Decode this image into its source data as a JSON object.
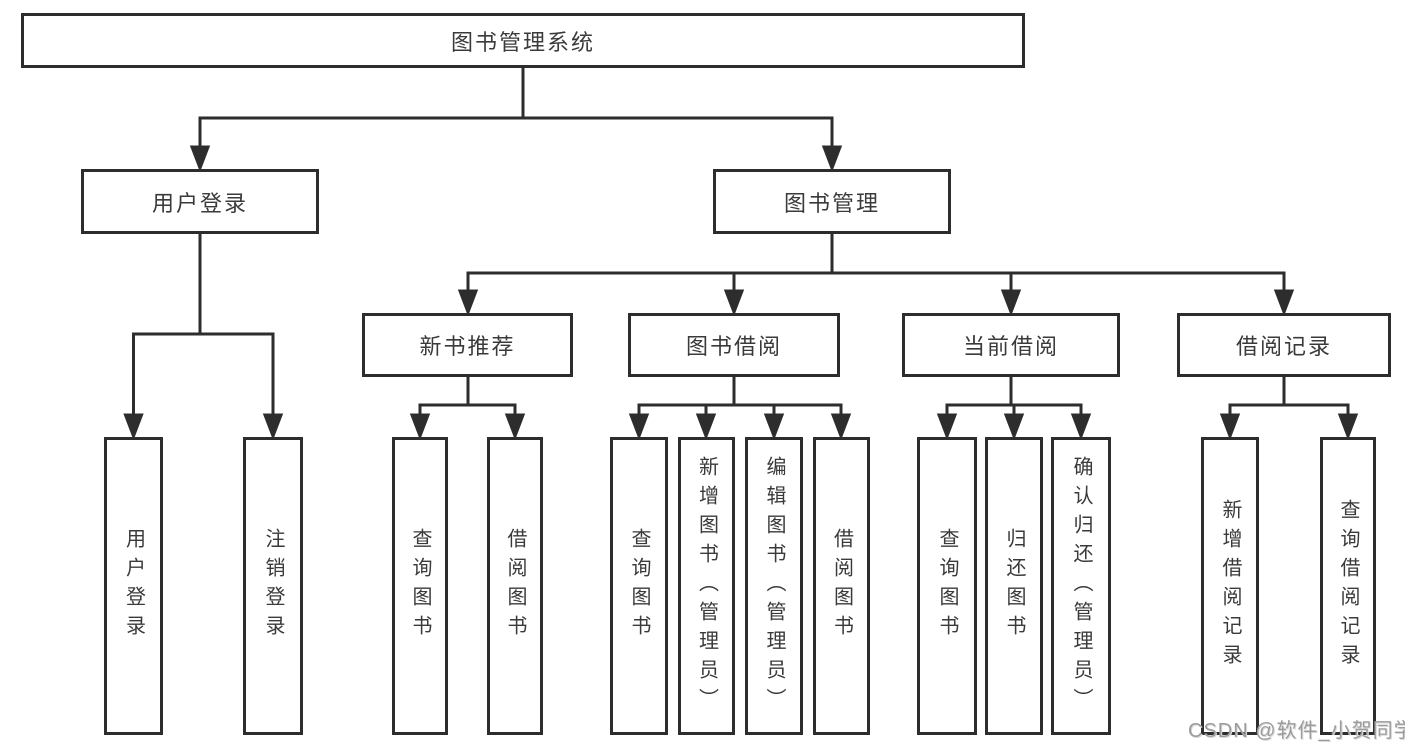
{
  "diagram_title": "图书管理系统",
  "tree": {
    "root": {
      "label": "图书管理系统",
      "children": [
        {
          "label": "用户登录",
          "children": [
            {
              "label": "用户登录"
            },
            {
              "label": "注销登录"
            }
          ]
        },
        {
          "label": "图书管理",
          "children": [
            {
              "label": "新书推荐",
              "children": [
                {
                  "label": "查询图书"
                },
                {
                  "label": "借阅图书"
                }
              ]
            },
            {
              "label": "图书借阅",
              "children": [
                {
                  "label": "查询图书"
                },
                {
                  "label": "新增图书（管理员）"
                },
                {
                  "label": "编辑图书（管理员）"
                },
                {
                  "label": "借阅图书"
                }
              ]
            },
            {
              "label": "当前借阅",
              "children": [
                {
                  "label": "查询图书"
                },
                {
                  "label": "归还图书"
                },
                {
                  "label": "确认归还（管理员）"
                }
              ]
            },
            {
              "label": "借阅记录",
              "children": [
                {
                  "label": "新增借阅记录"
                },
                {
                  "label": "查询借阅记录"
                }
              ]
            }
          ]
        }
      ]
    }
  },
  "watermark": "CSDN @软件_小贺同学",
  "colors": {
    "line": "#2d2d2d",
    "box_border": "#2d2d2d",
    "text": "#3a3a3a",
    "watermark": "#9c9c9c",
    "background": "#ffffff"
  }
}
